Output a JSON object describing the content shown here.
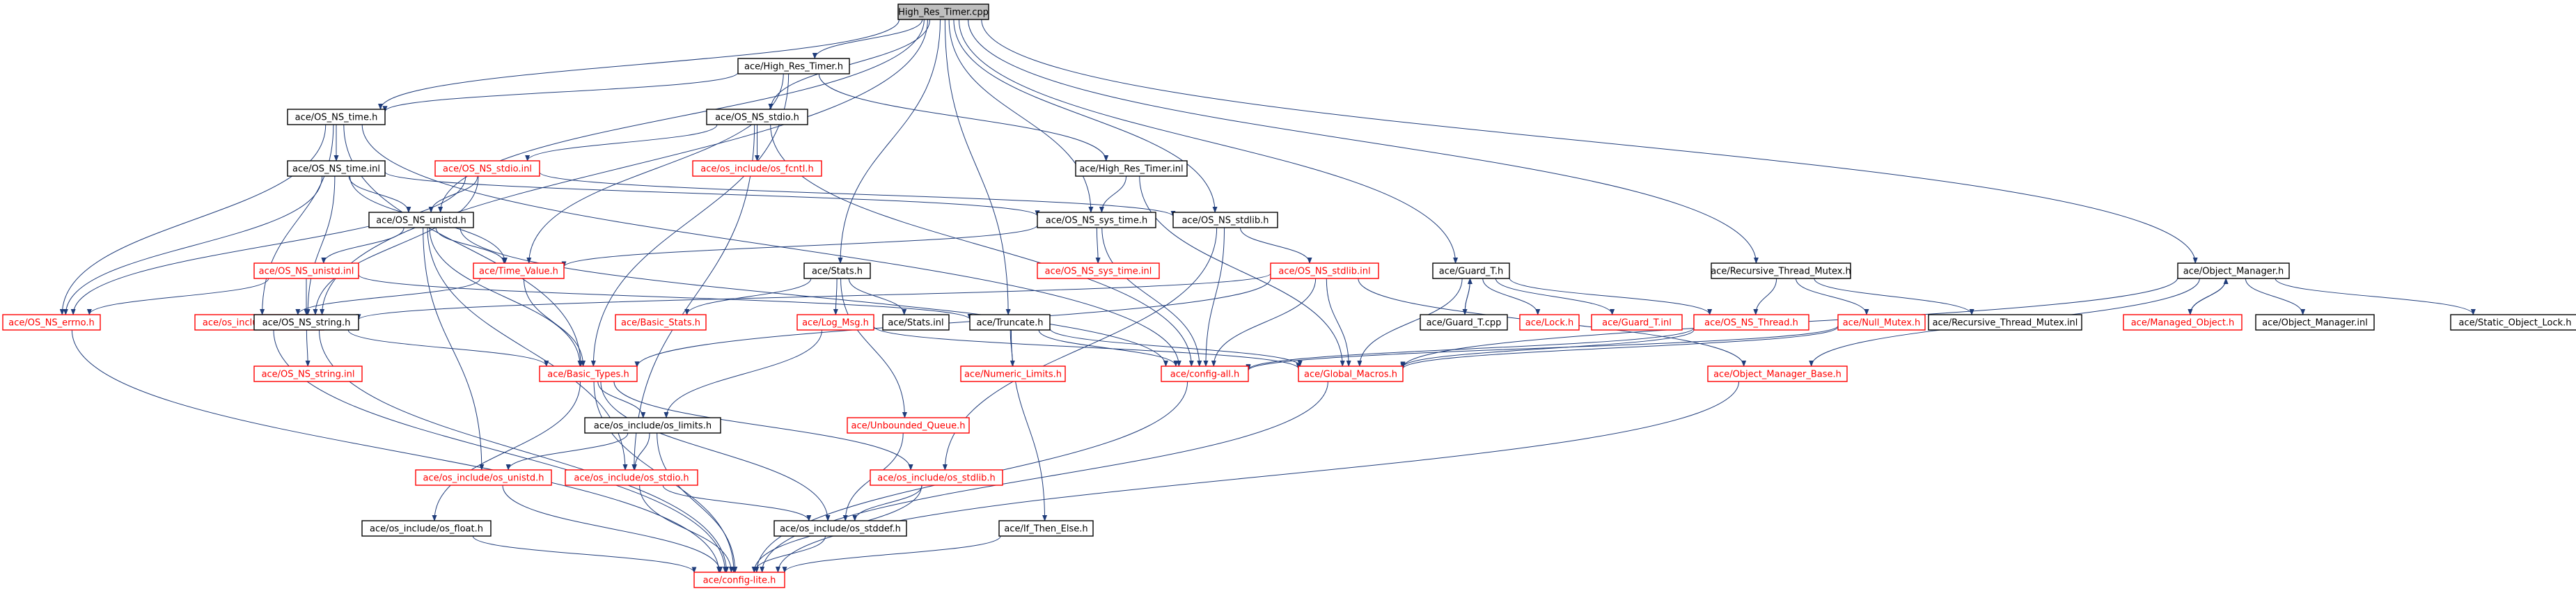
{
  "diagram": {
    "colors": {
      "edge": "#1f3c7a",
      "documented_border": "#000000",
      "undocumented_border": "#ff0000",
      "root_fill": "#bfbfbf",
      "label_documented": "#000000",
      "label_undocumented": "#ff0000"
    },
    "nodes": [
      {
        "id": "root",
        "label": "High_Res_Timer.cpp",
        "style": "root"
      },
      {
        "id": "hrt_h",
        "label": "ace/High_Res_Timer.h",
        "style": "black"
      },
      {
        "id": "os_ns_time_h",
        "label": "ace/OS_NS_time.h",
        "style": "black"
      },
      {
        "id": "os_ns_stdio_h",
        "label": "ace/OS_NS_stdio.h",
        "style": "black"
      },
      {
        "id": "os_ns_time_inl",
        "label": "ace/OS_NS_time.inl",
        "style": "black"
      },
      {
        "id": "os_ns_stdio_inl",
        "label": "ace/OS_NS_stdio.inl",
        "style": "red"
      },
      {
        "id": "os_fcntl_h",
        "label": "ace/os_include/os_fcntl.h",
        "style": "red"
      },
      {
        "id": "hrt_inl",
        "label": "ace/High_Res_Timer.inl",
        "style": "black"
      },
      {
        "id": "os_ns_unistd_h",
        "label": "ace/OS_NS_unistd.h",
        "style": "black"
      },
      {
        "id": "os_ns_sys_time_h",
        "label": "ace/OS_NS_sys_time.h",
        "style": "black"
      },
      {
        "id": "os_ns_stdlib_h",
        "label": "ace/OS_NS_stdlib.h",
        "style": "black"
      },
      {
        "id": "os_ns_sys_time_inl",
        "label": "ace/OS_NS_sys_time.inl",
        "style": "red"
      },
      {
        "id": "os_ns_unistd_inl",
        "label": "ace/OS_NS_unistd.inl",
        "style": "red"
      },
      {
        "id": "time_value_h",
        "label": "ace/Time_Value.h",
        "style": "red"
      },
      {
        "id": "stats_h",
        "label": "ace/Stats.h",
        "style": "black"
      },
      {
        "id": "os_ns_stdlib_inl",
        "label": "ace/OS_NS_stdlib.inl",
        "style": "red"
      },
      {
        "id": "guard_t_h",
        "label": "ace/Guard_T.h",
        "style": "black"
      },
      {
        "id": "rtm_h",
        "label": "ace/Recursive_Thread_Mutex.h",
        "style": "black"
      },
      {
        "id": "om_h",
        "label": "ace/Object_Manager.h",
        "style": "black"
      },
      {
        "id": "os_ns_errno_h",
        "label": "ace/OS_NS_errno.h",
        "style": "red"
      },
      {
        "id": "os_time_h",
        "label": "ace/os_include/os_time.h",
        "style": "red"
      },
      {
        "id": "os_ns_string_h",
        "label": "ace/OS_NS_string.h",
        "style": "black"
      },
      {
        "id": "basic_stats_h",
        "label": "ace/Basic_Stats.h",
        "style": "red"
      },
      {
        "id": "log_msg_h",
        "label": "ace/Log_Msg.h",
        "style": "red"
      },
      {
        "id": "stats_inl",
        "label": "ace/Stats.inl",
        "style": "black"
      },
      {
        "id": "truncate_h",
        "label": "ace/Truncate.h",
        "style": "black"
      },
      {
        "id": "guard_t_cpp",
        "label": "ace/Guard_T.cpp",
        "style": "black"
      },
      {
        "id": "lock_h",
        "label": "ace/Lock.h",
        "style": "red"
      },
      {
        "id": "guard_t_inl",
        "label": "ace/Guard_T.inl",
        "style": "red"
      },
      {
        "id": "os_ns_thread_h",
        "label": "ace/OS_NS_Thread.h",
        "style": "red"
      },
      {
        "id": "null_mutex_h",
        "label": "ace/Null_Mutex.h",
        "style": "red"
      },
      {
        "id": "rtm_inl",
        "label": "ace/Recursive_Thread_Mutex.inl",
        "style": "black"
      },
      {
        "id": "managed_object_h",
        "label": "ace/Managed_Object.h",
        "style": "red"
      },
      {
        "id": "om_inl",
        "label": "ace/Object_Manager.inl",
        "style": "black"
      },
      {
        "id": "static_object_lock_h",
        "label": "ace/Static_Object_Lock.h",
        "style": "black"
      },
      {
        "id": "os_ns_string_inl",
        "label": "ace/OS_NS_string.inl",
        "style": "red"
      },
      {
        "id": "basic_types_h",
        "label": "ace/Basic_Types.h",
        "style": "red"
      },
      {
        "id": "config_all_h",
        "label": "ace/config-all.h",
        "style": "red"
      },
      {
        "id": "global_macros_h",
        "label": "ace/Global_Macros.h",
        "style": "red"
      },
      {
        "id": "numeric_limits_h",
        "label": "ace/Numeric_Limits.h",
        "style": "red"
      },
      {
        "id": "om_base_h",
        "label": "ace/Object_Manager_Base.h",
        "style": "red"
      },
      {
        "id": "os_limits_h",
        "label": "ace/os_include/os_limits.h",
        "style": "black"
      },
      {
        "id": "unbounded_queue_h",
        "label": "ace/Unbounded_Queue.h",
        "style": "red"
      },
      {
        "id": "os_unistd_h",
        "label": "ace/os_include/os_unistd.h",
        "style": "red"
      },
      {
        "id": "os_stdio_h",
        "label": "ace/os_include/os_stdio.h",
        "style": "red"
      },
      {
        "id": "os_stdlib_h",
        "label": "ace/os_include/os_stdlib.h",
        "style": "red"
      },
      {
        "id": "os_stddef_h",
        "label": "ace/os_include/os_stddef.h",
        "style": "black"
      },
      {
        "id": "os_float_h",
        "label": "ace/os_include/os_float.h",
        "style": "black"
      },
      {
        "id": "if_then_else_h",
        "label": "ace/If_Then_Else.h",
        "style": "black"
      },
      {
        "id": "config_lite_h",
        "label": "ace/config-lite.h",
        "style": "red"
      }
    ],
    "edges": [
      [
        "root",
        "hrt_h"
      ],
      [
        "root",
        "os_ns_time_h"
      ],
      [
        "root",
        "os_ns_stdio_h"
      ],
      [
        "root",
        "os_ns_unistd_h"
      ],
      [
        "root",
        "os_ns_string_h"
      ],
      [
        "root",
        "os_ns_sys_time_h"
      ],
      [
        "root",
        "os_ns_stdlib_h"
      ],
      [
        "root",
        "stats_h"
      ],
      [
        "root",
        "truncate_h"
      ],
      [
        "root",
        "guard_t_h"
      ],
      [
        "root",
        "rtm_h"
      ],
      [
        "root",
        "om_h"
      ],
      [
        "hrt_h",
        "os_ns_time_h"
      ],
      [
        "hrt_h",
        "hrt_inl"
      ],
      [
        "hrt_h",
        "time_value_h"
      ],
      [
        "hrt_h",
        "basic_types_h"
      ],
      [
        "os_ns_time_h",
        "os_ns_time_inl"
      ],
      [
        "os_ns_time_h",
        "os_ns_errno_h"
      ],
      [
        "os_ns_time_h",
        "os_time_h"
      ],
      [
        "os_ns_time_h",
        "basic_types_h"
      ],
      [
        "os_ns_time_h",
        "config_all_h"
      ],
      [
        "os_ns_stdio_h",
        "os_ns_stdio_inl"
      ],
      [
        "os_ns_stdio_h",
        "os_fcntl_h"
      ],
      [
        "os_ns_stdio_h",
        "os_stdio_h"
      ],
      [
        "os_ns_stdio_h",
        "config_all_h"
      ],
      [
        "os_ns_time_inl",
        "os_ns_unistd_h"
      ],
      [
        "os_ns_time_inl",
        "os_ns_errno_h"
      ],
      [
        "os_ns_time_inl",
        "time_value_h"
      ],
      [
        "os_ns_time_inl",
        "os_ns_string_h"
      ],
      [
        "os_ns_time_inl",
        "os_ns_sys_time_h"
      ],
      [
        "os_ns_stdio_inl",
        "os_ns_unistd_h"
      ],
      [
        "os_ns_stdio_inl",
        "os_ns_errno_h"
      ],
      [
        "os_ns_stdio_inl",
        "os_ns_string_h"
      ],
      [
        "os_ns_stdio_inl",
        "os_ns_stdlib_h"
      ],
      [
        "hrt_inl",
        "os_ns_sys_time_h"
      ],
      [
        "hrt_inl",
        "global_macros_h"
      ],
      [
        "os_ns_unistd_h",
        "os_ns_unistd_inl"
      ],
      [
        "os_ns_unistd_h",
        "time_value_h"
      ],
      [
        "os_ns_unistd_h",
        "basic_types_h"
      ],
      [
        "os_ns_unistd_h",
        "os_unistd_h"
      ],
      [
        "os_ns_unistd_h",
        "os_stdio_h"
      ],
      [
        "os_ns_unistd_h",
        "config_all_h"
      ],
      [
        "os_ns_sys_time_h",
        "os_ns_sys_time_inl"
      ],
      [
        "os_ns_sys_time_h",
        "time_value_h"
      ],
      [
        "os_ns_sys_time_h",
        "config_all_h"
      ],
      [
        "os_ns_stdlib_h",
        "os_ns_stdlib_inl"
      ],
      [
        "os_ns_stdlib_h",
        "config_all_h"
      ],
      [
        "os_ns_stdlib_h",
        "os_stdlib_h"
      ],
      [
        "os_ns_unistd_inl",
        "os_ns_errno_h"
      ],
      [
        "os_ns_unistd_inl",
        "os_ns_string_h"
      ],
      [
        "os_ns_unistd_inl",
        "truncate_h"
      ],
      [
        "time_value_h",
        "os_time_h"
      ],
      [
        "time_value_h",
        "basic_types_h"
      ],
      [
        "stats_h",
        "basic_stats_h"
      ],
      [
        "stats_h",
        "log_msg_h"
      ],
      [
        "stats_h",
        "stats_inl"
      ],
      [
        "stats_h",
        "unbounded_queue_h"
      ],
      [
        "os_ns_stdlib_inl",
        "os_ns_string_h"
      ],
      [
        "os_ns_stdlib_inl",
        "config_all_h"
      ],
      [
        "os_ns_stdlib_inl",
        "global_macros_h"
      ],
      [
        "os_ns_stdlib_inl",
        "basic_types_h"
      ],
      [
        "os_ns_stdlib_inl",
        "om_base_h"
      ],
      [
        "guard_t_h",
        "guard_t_cpp"
      ],
      [
        "guard_t_h",
        "lock_h"
      ],
      [
        "guard_t_h",
        "guard_t_inl"
      ],
      [
        "guard_t_h",
        "os_ns_thread_h"
      ],
      [
        "guard_t_h",
        "global_macros_h"
      ],
      [
        "guard_t_cpp",
        "guard_t_h"
      ],
      [
        "rtm_h",
        "os_ns_thread_h"
      ],
      [
        "rtm_h",
        "null_mutex_h"
      ],
      [
        "rtm_h",
        "rtm_inl"
      ],
      [
        "om_h",
        "managed_object_h"
      ],
      [
        "om_h",
        "om_inl"
      ],
      [
        "om_h",
        "static_object_lock_h"
      ],
      [
        "om_h",
        "om_base_h"
      ],
      [
        "om_h",
        "global_macros_h"
      ],
      [
        "managed_object_h",
        "om_h"
      ],
      [
        "os_ns_string_h",
        "os_ns_string_inl"
      ],
      [
        "os_ns_string_h",
        "basic_types_h"
      ],
      [
        "os_ns_string_h",
        "config_lite_h"
      ],
      [
        "os_ns_errno_h",
        "config_lite_h"
      ],
      [
        "os_time_h",
        "config_lite_h"
      ],
      [
        "log_msg_h",
        "os_limits_h"
      ],
      [
        "log_msg_h",
        "global_macros_h"
      ],
      [
        "truncate_h",
        "numeric_limits_h"
      ],
      [
        "truncate_h",
        "global_macros_h"
      ],
      [
        "truncate_h",
        "if_then_else_h"
      ],
      [
        "truncate_h",
        "config_all_h"
      ],
      [
        "os_ns_thread_h",
        "global_macros_h"
      ],
      [
        "os_ns_thread_h",
        "config_all_h"
      ],
      [
        "null_mutex_h",
        "global_macros_h"
      ],
      [
        "null_mutex_h",
        "config_all_h"
      ],
      [
        "basic_types_h",
        "os_limits_h"
      ],
      [
        "basic_types_h",
        "os_float_h"
      ],
      [
        "basic_types_h",
        "os_stdlib_h"
      ],
      [
        "basic_types_h",
        "os_stddef_h"
      ],
      [
        "basic_types_h",
        "config_lite_h"
      ],
      [
        "config_all_h",
        "config_lite_h"
      ],
      [
        "global_macros_h",
        "config_lite_h"
      ],
      [
        "om_base_h",
        "config_lite_h"
      ],
      [
        "os_limits_h",
        "os_unistd_h"
      ],
      [
        "os_limits_h",
        "os_stdio_h"
      ],
      [
        "os_limits_h",
        "config_lite_h"
      ],
      [
        "unbounded_queue_h",
        "os_stddef_h"
      ],
      [
        "os_unistd_h",
        "config_lite_h"
      ],
      [
        "os_stdio_h",
        "os_stddef_h"
      ],
      [
        "os_stdio_h",
        "config_lite_h"
      ],
      [
        "os_stdlib_h",
        "os_stddef_h"
      ],
      [
        "os_stdlib_h",
        "config_lite_h"
      ],
      [
        "os_stddef_h",
        "config_lite_h"
      ],
      [
        "os_float_h",
        "config_lite_h"
      ],
      [
        "if_then_else_h",
        "config_lite_h"
      ]
    ]
  }
}
